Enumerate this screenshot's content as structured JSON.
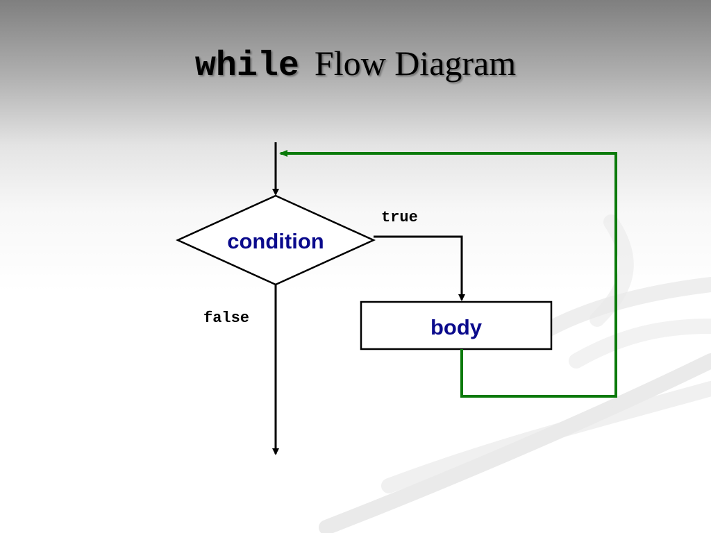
{
  "title": {
    "code_keyword": "while",
    "text": "Flow Diagram"
  },
  "nodes": {
    "condition": {
      "label": "condition"
    },
    "body": {
      "label": "body"
    }
  },
  "edges": {
    "true_label": "true",
    "false_label": "false"
  },
  "colors": {
    "node_text": "#0a0a8c",
    "line": "#000000",
    "loop_back": "#0a7a0a"
  }
}
